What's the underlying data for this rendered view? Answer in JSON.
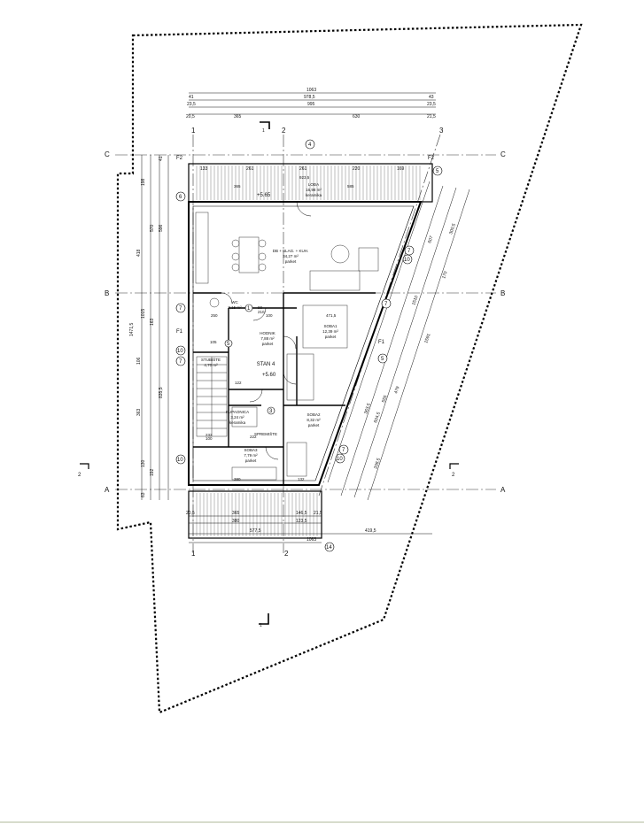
{
  "axis_labels": {
    "c": "C",
    "b": "B",
    "a": "A",
    "one": "1",
    "two": "2",
    "three": "3",
    "f1": "F1",
    "f2": "F2",
    "f3": "F3"
  },
  "grid_bubbles": [
    "4",
    "5",
    "6",
    "7",
    "10",
    "14"
  ],
  "levels": {
    "terrace": "+5.65",
    "flat": "+5.60"
  },
  "top_dims": {
    "overall": "1063",
    "row2_left": "41",
    "row2_mid": "978,5",
    "row2_right": "43",
    "row3_left": "23,5",
    "row3_mid": "995",
    "row3_right": "23,5",
    "row4_left": "20,5",
    "row4_a": "365",
    "row4_b": "630",
    "row4_right": "21,5"
  },
  "terrace_dims": [
    "133",
    "261",
    "261",
    "220",
    "169"
  ],
  "left_dims": [
    "41",
    "198",
    "570",
    "418",
    "1471,5",
    "596",
    "1015",
    "106",
    "363",
    "835,5",
    "163",
    "130",
    "192",
    "63"
  ],
  "right_dims": [
    "607",
    "300,5",
    "1510",
    "1591",
    "208,5",
    "170",
    "363,5",
    "555",
    "479",
    "604,5"
  ],
  "rooms": {
    "loggia_name": "LOĐA",
    "loggia_area": "16,98 m²",
    "loggia_floor": "keramika",
    "living_name": "DB + BLAG. + KUH.",
    "living_area": "34,27 m²",
    "living_floor": "parket",
    "wc_name": "WC",
    "wc_area": "3,15 m²",
    "hall_name": "HODNIK",
    "hall_area": "7,88 m²",
    "hall_floor": "parket",
    "bed1_name": "SOBA1",
    "bed1_area": "12,39 m²",
    "bed1_floor": "parket",
    "stairs_name": "STUBIŠTE",
    "stairs_area": "4,70 m²",
    "bath_name": "KUPAONICA",
    "bath_area": "3,24 m²",
    "bath_floor": "keramika",
    "bed2_name": "SOBA2",
    "bed2_area": "8,32 m²",
    "bed2_floor": "parket",
    "bed3_name": "SOBA3",
    "bed3_area": "7,79 m²",
    "bed3_floor": "parket",
    "storage_name": "SPREMIŠTE",
    "unit_name": "STAN 4"
  },
  "inner_dims": [
    "365",
    "585",
    "923,5",
    "471,5",
    "250",
    "100",
    "90",
    "210",
    "105",
    "122",
    "380",
    "232",
    "100",
    "222",
    "132"
  ],
  "bottom_dims": {
    "row1_a": "20,5",
    "row1_b": "365",
    "row1_c": "146,5",
    "row1_d": "21,5",
    "row2_a": "380",
    "row2_b": "123,5",
    "row3": "577,5",
    "row4": "1063",
    "right": "419,5"
  },
  "section_markers": {
    "north": "1",
    "south": "1",
    "left": "2",
    "right": "2"
  }
}
